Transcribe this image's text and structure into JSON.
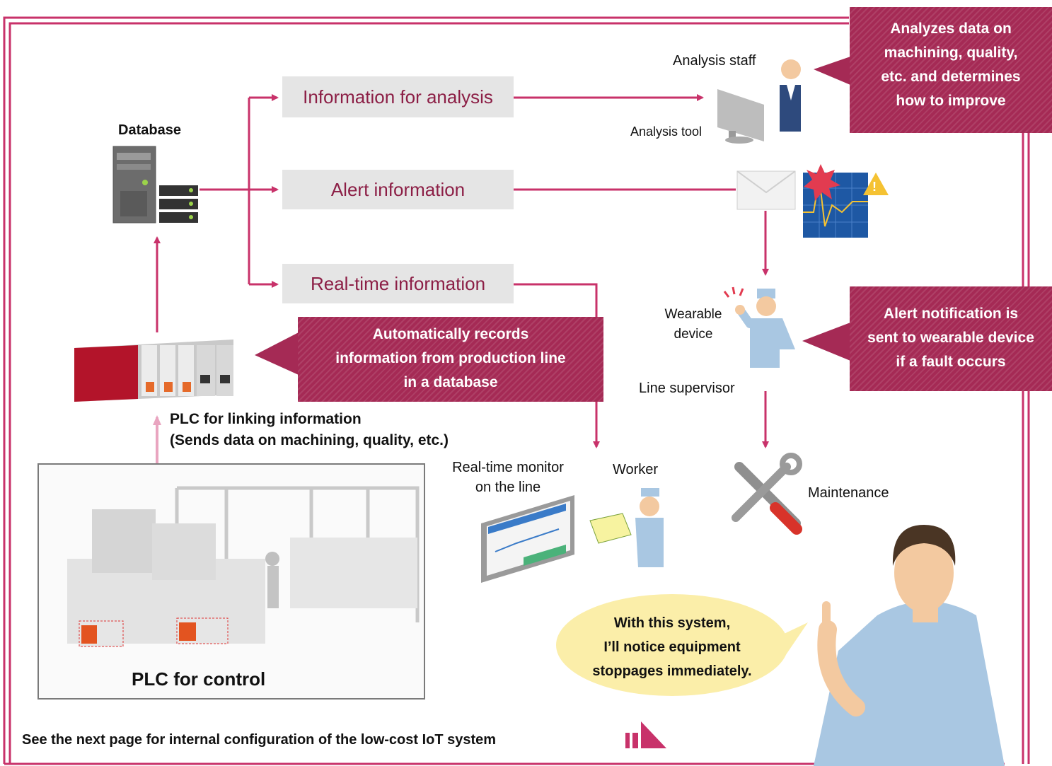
{
  "boxes": {
    "analysis": "Information for analysis",
    "alert": "Alert information",
    "realtime": "Real-time information"
  },
  "labels": {
    "database": "Database",
    "analysis_staff": "Analysis staff",
    "analysis_tool": "Analysis tool",
    "wearable_1": "Wearable",
    "wearable_2": "device",
    "line_supervisor": "Line supervisor",
    "plc_link_1": "PLC for linking information",
    "plc_link_2": "(Sends data on machining, quality, etc.)",
    "monitor_1": "Real-time monitor",
    "monitor_2": "on the line",
    "worker": "Worker",
    "maintenance": "Maintenance",
    "plc_control": "PLC for control",
    "footer": "See the next page for internal configuration of the low-cost IoT system"
  },
  "callouts": {
    "analyzes": [
      "Analyzes data on",
      "machining, quality,",
      "etc. and determines",
      "how to improve"
    ],
    "records": [
      "Automatically records",
      "information from production line",
      "in a database"
    ],
    "alert": [
      "Alert notification is",
      "sent to wearable device",
      "if a fault occurs"
    ]
  },
  "speech": [
    "With this system,",
    "I’ll notice equipment",
    "stoppages immediately."
  ],
  "icons": {
    "alert_triangle": "!"
  },
  "colors": {
    "accent": "#c8326a",
    "callout": "#a52a55",
    "box_bg": "#e5e5e5",
    "box_text": "#8c1f46",
    "pink_line": "#e9a5c0",
    "speech_bg": "#fbeea9"
  }
}
